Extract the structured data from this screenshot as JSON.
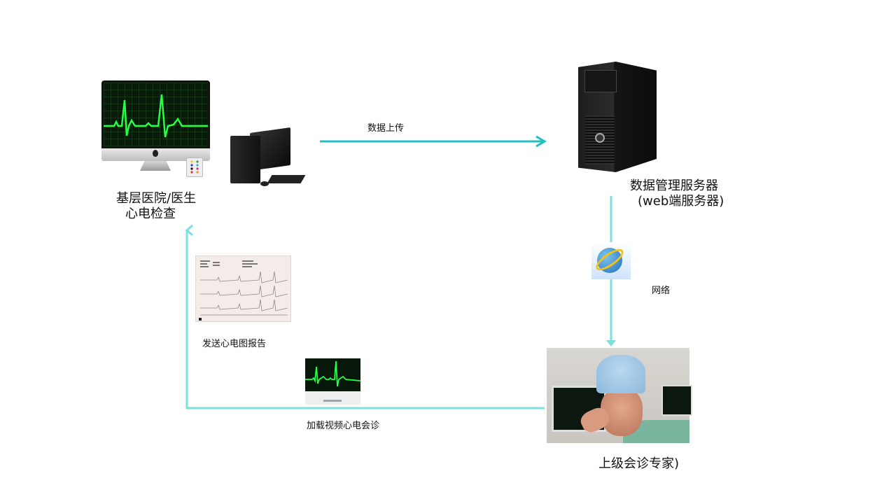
{
  "diagram": {
    "nodes": {
      "clinic": {
        "label_line1": "基层医院/医生",
        "label_line2": "心电检查",
        "icons": [
          "imac-ecg-monitor-icon",
          "color-palette-icon",
          "desktop-computer-icon"
        ]
      },
      "server": {
        "label_line1": "数据管理服务器",
        "label_line2": "(web端服务器)",
        "icons": [
          "tower-server-icon"
        ]
      },
      "network": {
        "label": "网络",
        "icons": [
          "globe-network-icon"
        ]
      },
      "expert": {
        "label": "上级会诊专家)",
        "icons": [
          "doctor-photo"
        ]
      },
      "report": {
        "label": "发送心电图报告",
        "icons": [
          "ecg-report-image"
        ]
      },
      "video": {
        "label": "加载视频心电会诊",
        "icons": [
          "ecg-monitor-icon"
        ]
      }
    },
    "edges": [
      {
        "from": "clinic",
        "to": "server",
        "label": "数据上传"
      },
      {
        "from": "server",
        "to": "expert",
        "label": "网络"
      },
      {
        "from": "expert",
        "to": "clinic",
        "label": "加载视频心电会诊"
      }
    ],
    "colors": {
      "upload_arrow": "#20c0c0",
      "flow_arrow": "#7ddfe0",
      "ecg_trace": "#22ff44",
      "text": "#111111"
    }
  }
}
